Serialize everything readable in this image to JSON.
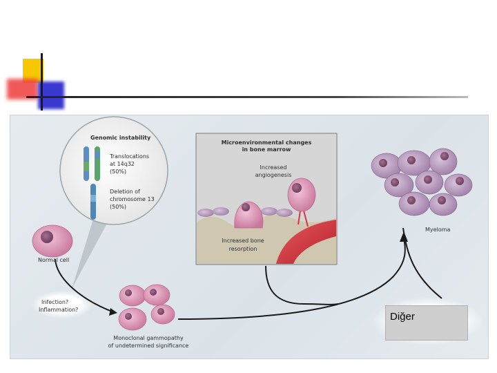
{
  "slide": {
    "colors": {
      "accent_yellow": "#f5c800",
      "accent_red": "#ef3b3b",
      "accent_blue": "#3a3ad0",
      "cell_pink": "#d88fb0",
      "vessel_red": "#d8343c"
    }
  },
  "diagram": {
    "genomic": {
      "title": "Genomic instability",
      "translocation": [
        "Translocations",
        "at 14q32",
        "(50%)"
      ],
      "deletion": [
        "Deletion of",
        "chromosome 13",
        "(50%)"
      ]
    },
    "micro": {
      "title": [
        "Microenvironmental changes",
        "in bone marrow"
      ],
      "angiogenesis": [
        "Increased",
        "angiogenesis"
      ],
      "resorption": [
        "Increased bone",
        "resorption"
      ]
    },
    "normal_cell": "Normal cell",
    "infection": [
      "Infection?",
      "Inflammation?"
    ],
    "mgus": [
      "Monoclonal gammopathy",
      "of undetermined significance"
    ],
    "myeloma": "Myeloma"
  },
  "other_box": {
    "label": "Diğer"
  }
}
